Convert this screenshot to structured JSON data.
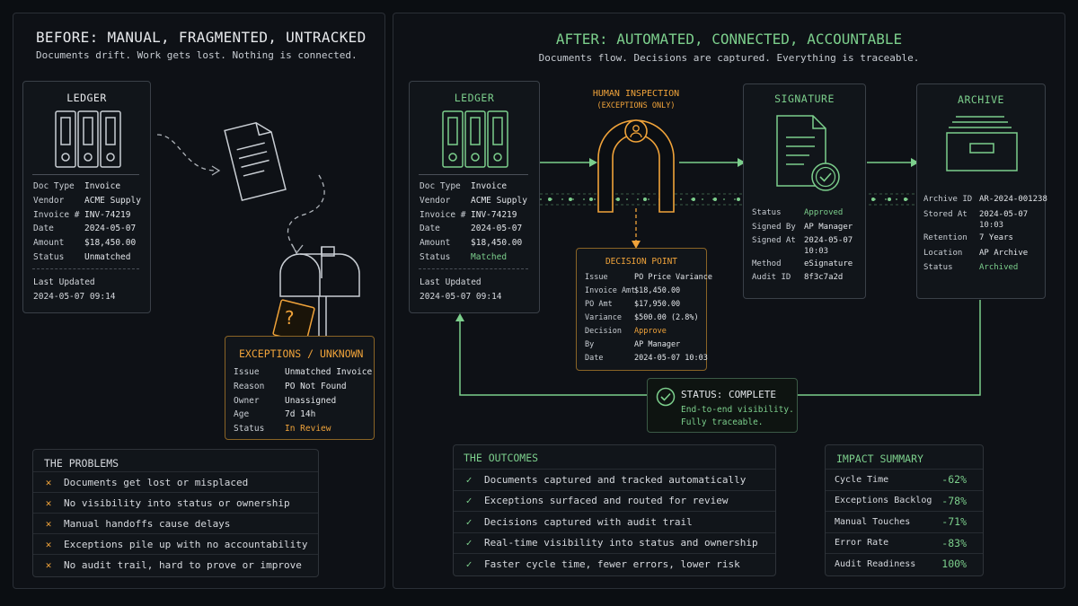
{
  "before": {
    "title": "BEFORE: MANUAL, FRAGMENTED, UNTRACKED",
    "subtitle": "Documents drift. Work gets lost. Nothing is connected.",
    "ledger": {
      "title": "LEDGER",
      "fields": [
        {
          "k": "Doc Type",
          "v": "Invoice"
        },
        {
          "k": "Vendor",
          "v": "ACME Supply"
        },
        {
          "k": "Invoice #",
          "v": "INV-74219"
        },
        {
          "k": "Date",
          "v": "2024-05-07"
        },
        {
          "k": "Amount",
          "v": "$18,450.00"
        },
        {
          "k": "Status",
          "v": "Unmatched"
        }
      ],
      "updated_label": "Last Updated",
      "updated_value": "2024-05-07 09:14"
    },
    "mailbox_mark": "?",
    "exceptions": {
      "title": "EXCEPTIONS / UNKNOWN",
      "fields": [
        {
          "k": "Issue",
          "v": "Unmatched Invoice"
        },
        {
          "k": "Reason",
          "v": "PO Not Found"
        },
        {
          "k": "Owner",
          "v": "Unassigned"
        },
        {
          "k": "Age",
          "v": "7d 14h"
        },
        {
          "k": "Status",
          "v": "In Review"
        }
      ]
    },
    "problems": {
      "title": "THE PROBLEMS",
      "items": [
        "Documents get lost or misplaced",
        "No visibility into status or ownership",
        "Manual handoffs cause delays",
        "Exceptions pile up with no accountability",
        "No audit trail, hard to prove or improve"
      ]
    }
  },
  "after": {
    "title": "AFTER: AUTOMATED, CONNECTED, ACCOUNTABLE",
    "subtitle": "Documents flow. Decisions are captured. Everything is traceable.",
    "ledger": {
      "title": "LEDGER",
      "fields": [
        {
          "k": "Doc Type",
          "v": "Invoice"
        },
        {
          "k": "Vendor",
          "v": "ACME Supply"
        },
        {
          "k": "Invoice #",
          "v": "INV-74219"
        },
        {
          "k": "Date",
          "v": "2024-05-07"
        },
        {
          "k": "Amount",
          "v": "$18,450.00"
        },
        {
          "k": "Status",
          "v": "Matched"
        }
      ],
      "updated_label": "Last Updated",
      "updated_value": "2024-05-07 09:14"
    },
    "inspection": {
      "title": "HUMAN INSPECTION",
      "subtitle": "(EXCEPTIONS ONLY)"
    },
    "decision": {
      "title": "DECISION POINT",
      "fields": [
        {
          "k": "Issue",
          "v": "PO Price Variance"
        },
        {
          "k": "Invoice Amt",
          "v": "$18,450.00"
        },
        {
          "k": "PO Amt",
          "v": "$17,950.00"
        },
        {
          "k": "Variance",
          "v": "$500.00 (2.8%)"
        },
        {
          "k": "Decision",
          "v": "Approve"
        },
        {
          "k": "By",
          "v": "AP Manager"
        },
        {
          "k": "Date",
          "v": "2024-05-07 10:03"
        }
      ]
    },
    "signature": {
      "title": "SIGNATURE",
      "fields": [
        {
          "k": "Status",
          "v": "Approved"
        },
        {
          "k": "Signed By",
          "v": "AP Manager"
        },
        {
          "k": "Signed At",
          "v": "2024-05-07",
          "v2": "10:03"
        },
        {
          "k": "Method",
          "v": "eSignature"
        },
        {
          "k": "Audit ID",
          "v": "8f3c7a2d"
        }
      ]
    },
    "archive": {
      "title": "ARCHIVE",
      "fields": [
        {
          "k": "Archive ID",
          "v": "AR-2024-001238"
        },
        {
          "k": "Stored At",
          "v": "2024-05-07",
          "v2": "10:03"
        },
        {
          "k": "Retention",
          "v": "7 Years"
        },
        {
          "k": "Location",
          "v": "AP Archive"
        },
        {
          "k": "Status",
          "v": "Archived"
        }
      ]
    },
    "status": {
      "title": "STATUS: COMPLETE",
      "line1": "End-to-end visibility.",
      "line2": "Fully traceable."
    },
    "outcomes": {
      "title": "THE OUTCOMES",
      "items": [
        "Documents captured and tracked automatically",
        "Exceptions surfaced and routed for review",
        "Decisions captured with audit trail",
        "Real-time visibility into status and ownership",
        "Faster cycle time, fewer errors, lower risk"
      ]
    },
    "impact": {
      "title": "IMPACT SUMMARY",
      "rows": [
        {
          "k": "Cycle Time",
          "v": "-62%"
        },
        {
          "k": "Exceptions Backlog",
          "v": "-78%"
        },
        {
          "k": "Manual Touches",
          "v": "-71%"
        },
        {
          "k": "Error Rate",
          "v": "-83%"
        },
        {
          "k": "Audit Readiness",
          "v": "100%"
        }
      ]
    }
  },
  "colors": {
    "green": "#7ccf8c",
    "orange": "#f0a33a",
    "bg": "#0b0e12",
    "line": "#c9ced4"
  }
}
